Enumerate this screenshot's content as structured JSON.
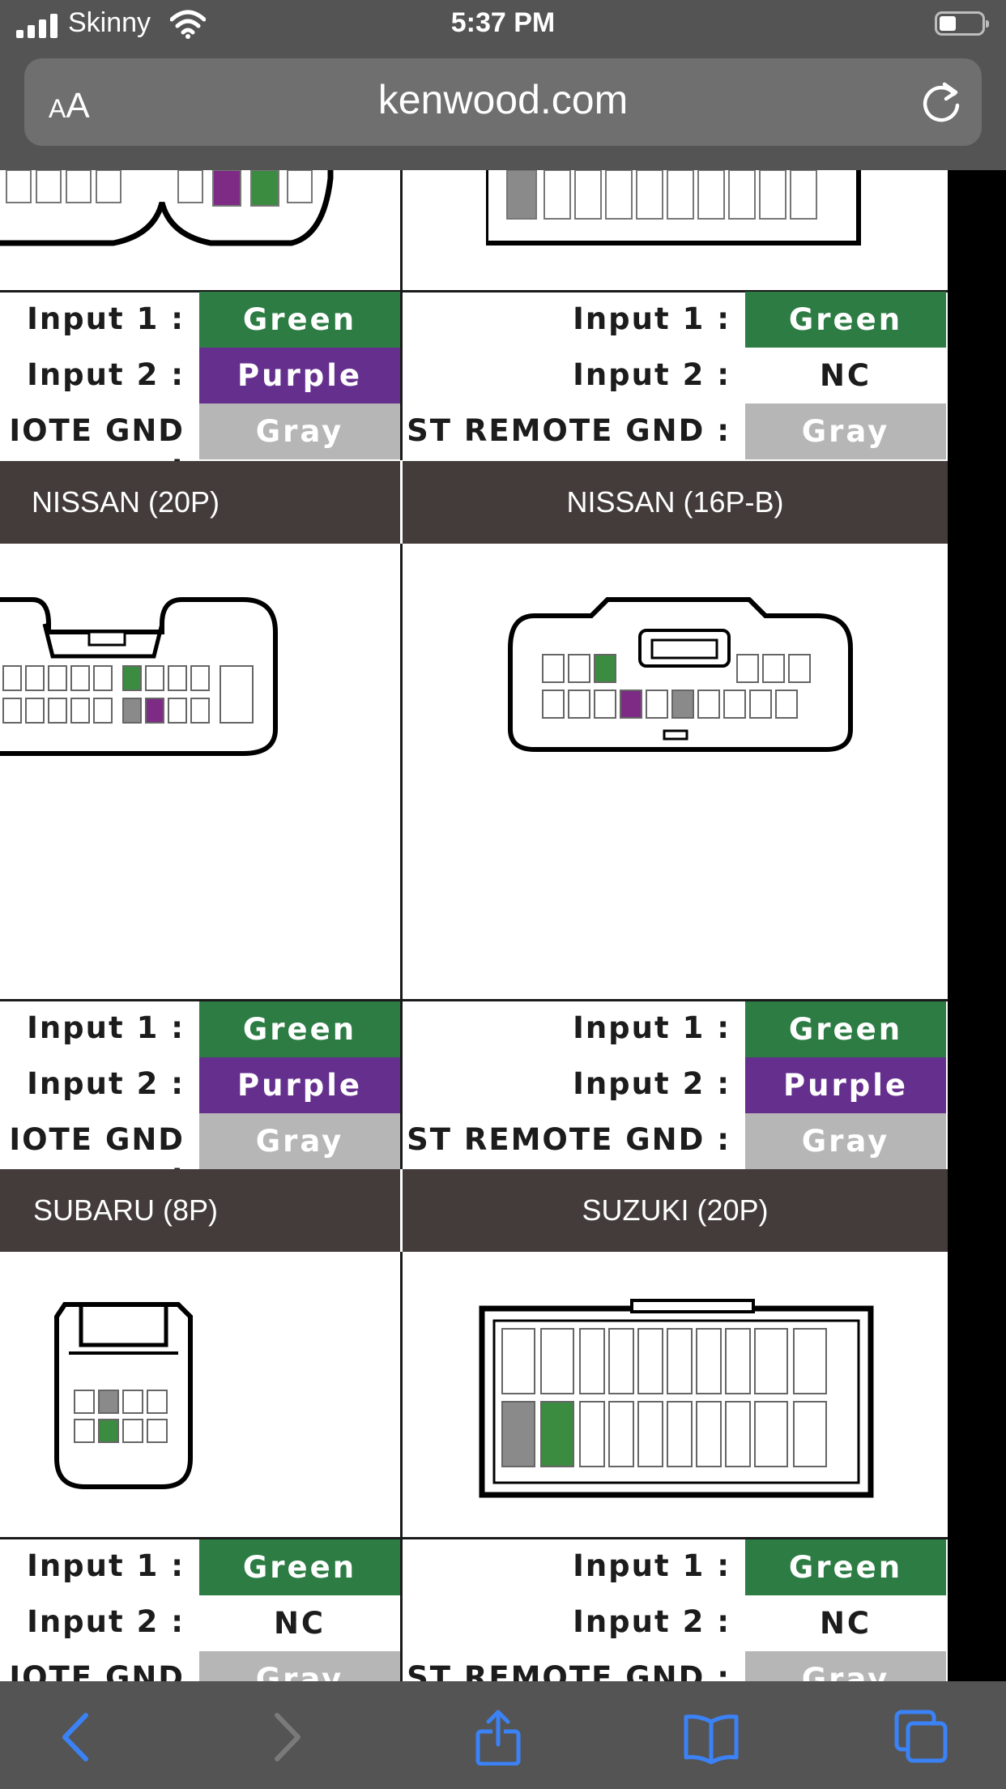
{
  "status": {
    "carrier": "Skinny",
    "time": "5:37 PM"
  },
  "browser": {
    "aa_small": "A",
    "aa_big": "A",
    "url": "kenwood.com"
  },
  "colors": {
    "green": "#2c7c44",
    "purple": "#652f8e",
    "gray": "#b6b6b6",
    "header_band": "#433c3b",
    "chrome": "#545454"
  },
  "blocks": [
    {
      "left": {
        "rows": [
          {
            "label": "Input 1 :",
            "value": "Green",
            "color": "green"
          },
          {
            "label": "Input 2 :",
            "value": "Purple",
            "color": "purple"
          },
          {
            "label": "IOTE GND :",
            "value": "Gray",
            "color": "gray"
          }
        ]
      },
      "right": {
        "rows": [
          {
            "label": "Input 1 :",
            "value": "Green",
            "color": "green"
          },
          {
            "label": "Input 2 :",
            "value": "NC",
            "color": "nc"
          },
          {
            "label": "ST REMOTE GND :",
            "value": "Gray",
            "color": "gray"
          }
        ]
      }
    },
    {
      "header_left": "NISSAN (20P)",
      "header_right": "NISSAN (16P-B)",
      "left": {
        "rows": [
          {
            "label": "Input 1 :",
            "value": "Green",
            "color": "green"
          },
          {
            "label": "Input 2 :",
            "value": "Purple",
            "color": "purple"
          },
          {
            "label": "IOTE GND :",
            "value": "Gray",
            "color": "gray"
          }
        ]
      },
      "right": {
        "rows": [
          {
            "label": "Input 1 :",
            "value": "Green",
            "color": "green"
          },
          {
            "label": "Input 2 :",
            "value": "Purple",
            "color": "purple"
          },
          {
            "label": "ST REMOTE GND :",
            "value": "Gray",
            "color": "gray"
          }
        ]
      }
    },
    {
      "header_left": "SUBARU (8P)",
      "header_right": "SUZUKI (20P)",
      "left": {
        "rows": [
          {
            "label": "Input 1 :",
            "value": "Green",
            "color": "green"
          },
          {
            "label": "Input 2 :",
            "value": "NC",
            "color": "nc"
          },
          {
            "label": "IOTE GND :",
            "value": "Gray",
            "color": "gray"
          }
        ]
      },
      "right": {
        "rows": [
          {
            "label": "Input 1 :",
            "value": "Green",
            "color": "green"
          },
          {
            "label": "Input 2 :",
            "value": "NC",
            "color": "nc"
          },
          {
            "label": "ST REMOTE GND :",
            "value": "Gray",
            "color": "gray"
          }
        ]
      }
    }
  ],
  "toolbar": {
    "back": "back-icon",
    "forward": "forward-icon",
    "share": "share-icon",
    "bookmarks": "book-icon",
    "tabs": "tabs-icon"
  }
}
